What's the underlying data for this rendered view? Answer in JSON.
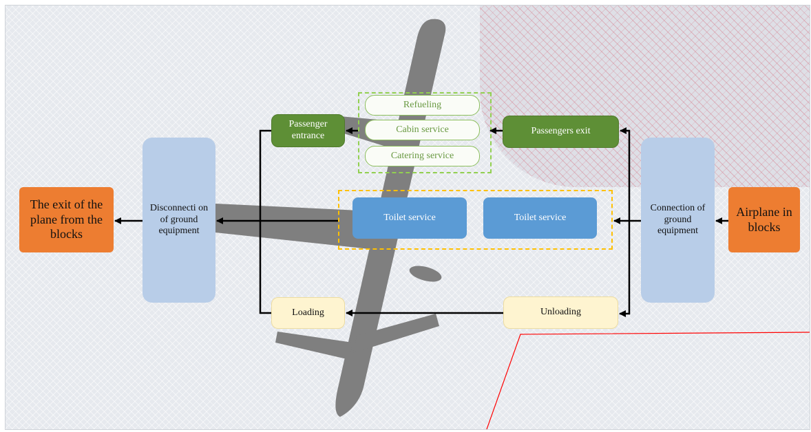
{
  "nodes": {
    "airplane_in_blocks": "Airplane in blocks",
    "connection": "Connection of ground equipment",
    "passengers_exit": "Passengers exit",
    "refueling": "Refueling",
    "cabin_service": "Cabin service",
    "catering_service": "Catering service",
    "passenger_entrance": "Passenger entrance",
    "toilet_service_right": "Toilet service",
    "toilet_service_left": "Toilet service",
    "unloading": "Unloading",
    "loading": "Loading",
    "disconnection": "Disconnecti on of ground equipment",
    "exit_blocks": "The exit of the plane from the blocks"
  },
  "colors": {
    "terminal_orange": "#ed7d31",
    "equipment_blue": "#b8cde8",
    "passenger_green": "#5e8f36",
    "service_outline_green": "#8cbf5d",
    "toilet_blue": "#5b9bd5",
    "cargo_cream": "#fef4d0",
    "group_dash_green": "#92d050",
    "group_dash_orange": "#ffc000",
    "boundary_red": "#ff0000",
    "aircraft_gray": "#7f7f7f"
  }
}
